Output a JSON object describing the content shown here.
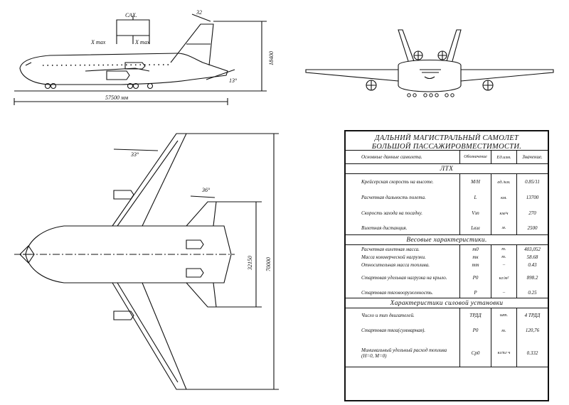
{
  "drawing_labels": {
    "cax": "САХ.",
    "x_tail_1": "X тах",
    "x_tail_2": "X тах",
    "angle_tail_side": "32",
    "height_dim": "18400",
    "angle_ground": "13°",
    "length_dim": "57500 мм",
    "sweep_wing": "33°",
    "sweep_stab": "36°",
    "stab_span": "32150",
    "wing_span": "70000"
  },
  "spec_table": {
    "title_line1": "ДАЛЬНИЙ МАГИСТРАЛЬНЫЙ САМОЛЕТ",
    "title_line2": "БОЛЬШОЙ ПАССАЖИРОВМЕСТИМОСТИ.",
    "headers": {
      "name": "Основные данные самолета.",
      "symbol": "Обозначение",
      "unit": "Ед.изм.",
      "value": "Значение."
    },
    "section_ltx": "ЛТХ",
    "ltx_rows": [
      {
        "name": "Крейсерская скорость на высоте.",
        "symbol": "M/H",
        "unit": "ед./км.",
        "value": "0.85/11"
      },
      {
        "name": "Расчетная дальность полета.",
        "symbol": "L",
        "unit": "км.",
        "value": "13700"
      },
      {
        "name": "Скорость захода на посадку.",
        "symbol": "Vзп",
        "unit": "км/ч",
        "value": "270"
      },
      {
        "name": "Взлетная дистанция.",
        "symbol": "Lвзл",
        "unit": "м.",
        "value": "2500"
      }
    ],
    "section_weight": "Весовые характеристики.",
    "weight_rows": [
      {
        "name": "Расчетная взлетная масса.",
        "symbol": "m0",
        "unit": "т.",
        "value": "403,052"
      },
      {
        "name": "Масса коммерческой нагрузки.",
        "symbol": "mк",
        "unit": "т.",
        "value": "58.68"
      },
      {
        "name": "Относительная масса топлива.",
        "symbol": "mт",
        "unit": "–",
        "value": "0.43"
      },
      {
        "name": "Стартовая удельная нагрузка на крыло.",
        "symbol": "P0",
        "unit": "кг/м²",
        "value": "898.2"
      },
      {
        "name": "Стартовая тяговооруженность.",
        "symbol": "P",
        "unit": "–",
        "value": "0.25"
      }
    ],
    "section_power": "Характеристики силовой установки",
    "power_rows": [
      {
        "name": "Число и тип двигателей.",
        "symbol": "ТРДД",
        "unit": "шт.",
        "value": "4 ТРДД"
      },
      {
        "name": "Стартовая тяга(суммарная).",
        "symbol": "P0",
        "unit": "т.",
        "value": "120,76"
      },
      {
        "name": "Минимальный удельный расход топлива (H=0, M=0)",
        "symbol": "Cp0",
        "unit": "кг/кг ч",
        "value": "0.332"
      }
    ]
  }
}
